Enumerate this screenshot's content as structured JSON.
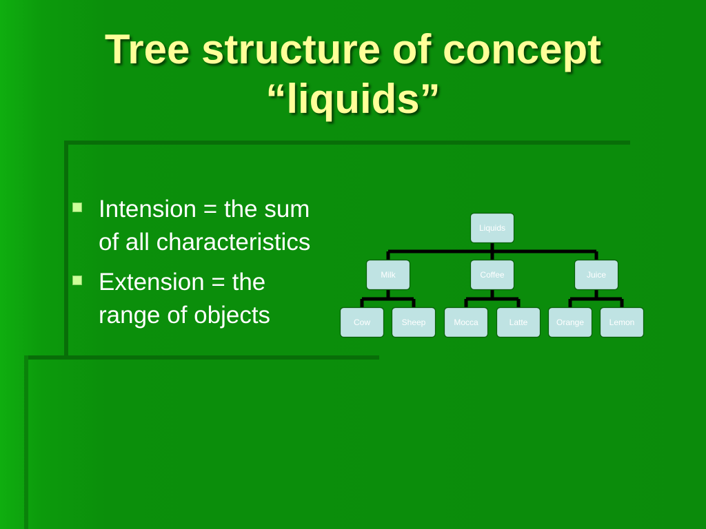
{
  "slide": {
    "title_line1": "Tree structure of concept",
    "title_line2": "“liquids”",
    "bullets": [
      {
        "line1": "Intension = the sum",
        "line2": "of all characteristics"
      },
      {
        "line1": "Extension = the",
        "line2": "range of objects"
      }
    ]
  },
  "tree": {
    "root": "Liquids",
    "children": [
      {
        "label": "Milk",
        "children": [
          "Cow",
          "Sheep"
        ]
      },
      {
        "label": "Coffee",
        "children": [
          "Mocca",
          "Latte"
        ]
      },
      {
        "label": "Juice",
        "children": [
          "Orange",
          "Lemon"
        ]
      }
    ]
  },
  "colors": {
    "title": "#ffff99",
    "node_fill": "#bfe3e3",
    "connector": "#000000"
  }
}
